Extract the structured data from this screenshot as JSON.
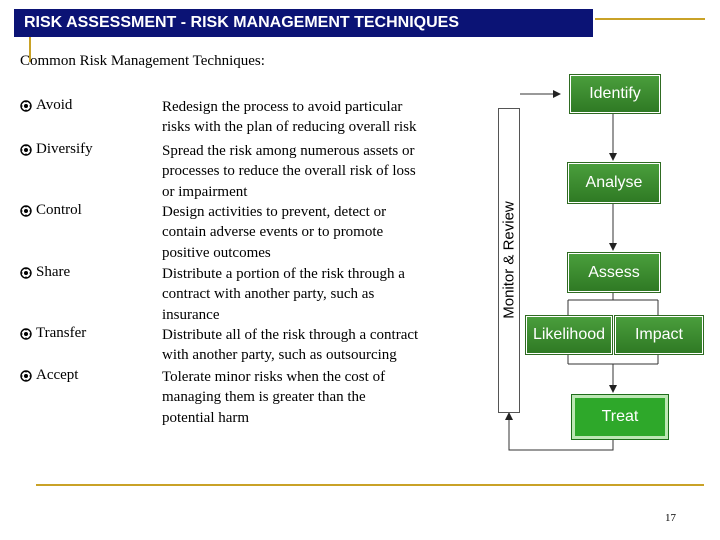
{
  "header": {
    "title": "RISK ASSESSMENT - RISK MANAGEMENT TECHNIQUES"
  },
  "subtitle": "Common Risk Management Techniques:",
  "techniques": [
    {
      "name": "Avoid",
      "description": "Redesign the process to avoid particular\nrisks with the plan of reducing overall risk"
    },
    {
      "name": "Diversify",
      "description": "Spread the risk among numerous assets or\nprocesses to reduce the overall risk of loss\nor impairment"
    },
    {
      "name": "Control",
      "description": "Design activities to prevent, detect or\ncontain adverse events or to promote\npositive outcomes"
    },
    {
      "name": "Share",
      "description": "Distribute a portion of the risk through a\ncontract with another party, such as\ninsurance"
    },
    {
      "name": "Transfer",
      "description": "Distribute all of the risk through a contract\nwith another party, such as outsourcing"
    },
    {
      "name": "Accept",
      "description": "Tolerate minor risks when the cost of\nmanaging them is greater than the\npotential harm"
    }
  ],
  "process": {
    "monitor_label": "Monitor & Review",
    "identify": "Identify",
    "analyse": "Analyse",
    "assess": "Assess",
    "likelihood": "Likelihood",
    "impact": "Impact",
    "treat": "Treat"
  },
  "page_number": "17",
  "colors": {
    "title_bar": "#0b1375",
    "accent_gold": "#c9a227",
    "step_green": "#3d8c30",
    "treat_green": "#2ea82a"
  }
}
